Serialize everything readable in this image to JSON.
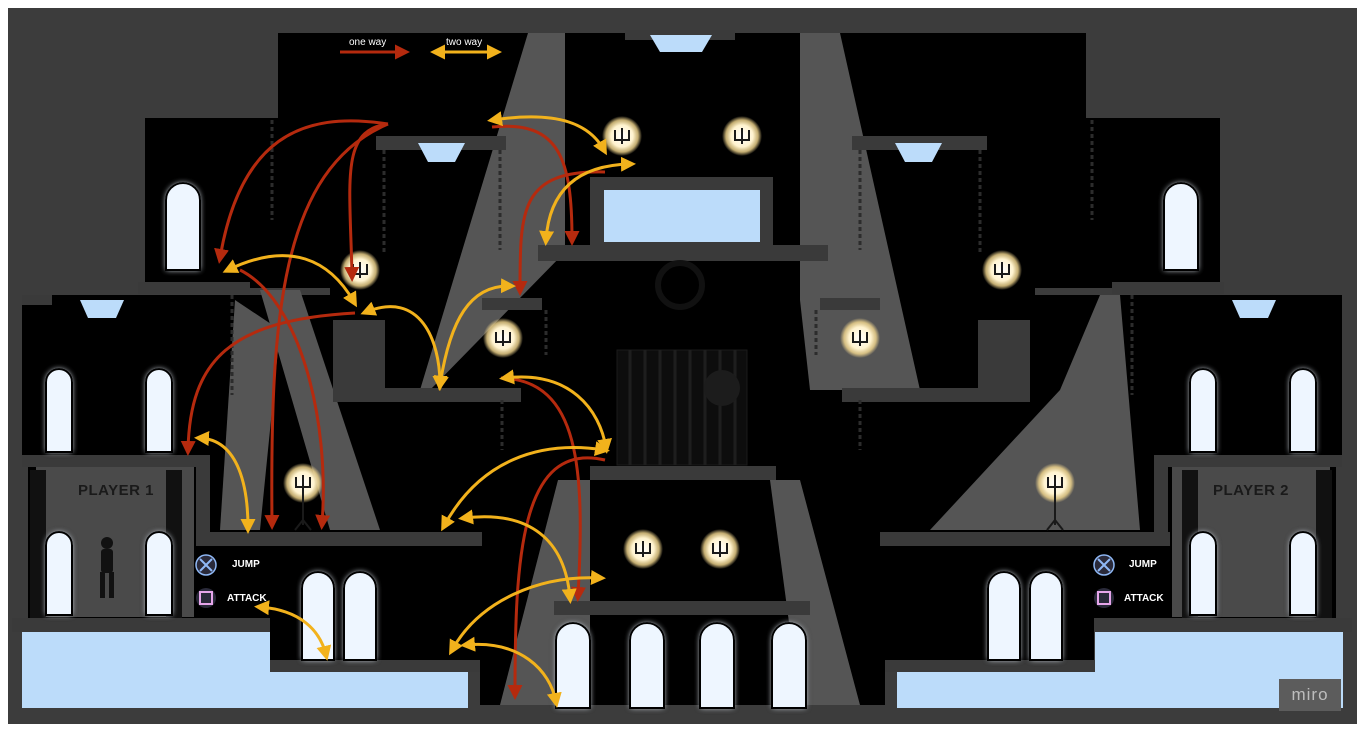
{
  "legend": {
    "one_way": "one way",
    "two_way": "two way"
  },
  "players": [
    {
      "label": "PLAYER 1"
    },
    {
      "label": "PLAYER 2"
    }
  ],
  "controls": {
    "jump": "JUMP",
    "attack": "ATTACK"
  },
  "watermark": "miro",
  "colors": {
    "background": "#3c3c3c",
    "wall": "#000000",
    "ledge": "#3a3a3a",
    "light_beam": "#595959",
    "water": "#bcdcfa",
    "window_glow": "#eef6ff",
    "candle": "#fff3cf",
    "one_way_arrow": "#b52a0e",
    "two_way_arrow": "#f2b21c",
    "jump_icon": "#8fb8f5",
    "attack_icon": "#e6a5ea"
  },
  "icons": {
    "jump": "cross-button-icon",
    "attack": "square-button-icon"
  }
}
